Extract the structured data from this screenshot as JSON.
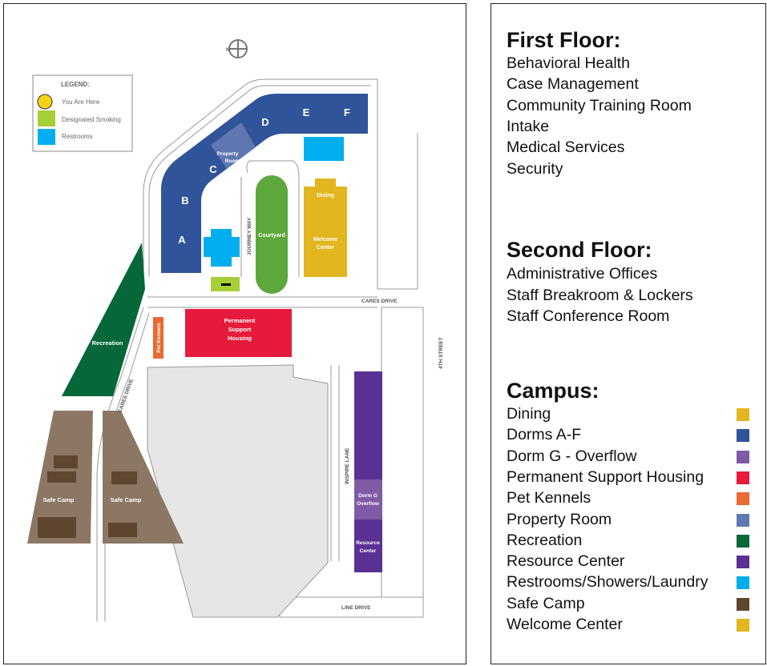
{
  "map": {
    "north_label": "N",
    "legend": {
      "title": "LEGEND:",
      "items": [
        {
          "label": "You Are Here",
          "icon": "you-are-here-icon"
        },
        {
          "label": "Designated Smoking",
          "icon": "smoking-icon"
        },
        {
          "label": "Restrooms",
          "icon": "restroom-icon"
        }
      ]
    },
    "dorm_letters": [
      "A",
      "B",
      "C",
      "D",
      "E",
      "F"
    ],
    "labels": {
      "property_room_1": "Property",
      "property_room_2": "Room",
      "courtyard": "Courtyard",
      "dining": "Dining",
      "welcome_1": "Welcome",
      "welcome_2": "Center",
      "psh_1": "Permanent",
      "psh_2": "Support",
      "psh_3": "Housing",
      "pet_kennels": "Pet Kennels",
      "recreation": "Recreation",
      "safe_camp_1": "Safe Camp",
      "safe_camp_2": "Safe Camp",
      "dorm_g_1": "Dorm G",
      "dorm_g_2": "Overflow",
      "resource_1": "Resource",
      "resource_2": "Center"
    },
    "roads": {
      "journey_way": "JOURNEY WAY",
      "cares_drive_top": "CARES DRIVE",
      "cares_drive_left": "CARES DRIVE",
      "fourth_street": "4TH STREET",
      "inspire_lane": "INSPIRE LANE",
      "line_drive": "LINE DRIVE"
    }
  },
  "directory": {
    "first_floor": {
      "heading": "First Floor:",
      "items": [
        "Behavioral Health",
        "Case Management",
        "Community Training Room",
        "Intake",
        "Medical Services",
        "Security"
      ]
    },
    "second_floor": {
      "heading": "Second Floor:",
      "items": [
        "Administrative Offices",
        "Staff Breakroom & Lockers",
        "Staff Conference Room"
      ]
    },
    "campus": {
      "heading": "Campus:",
      "items": [
        {
          "label": "Dining",
          "color": "#E2B61E"
        },
        {
          "label": "Dorms A-F",
          "color": "#2F5499"
        },
        {
          "label": "Dorm G - Overflow",
          "color": "#7F5BA6"
        },
        {
          "label": "Permanent Support Housing",
          "color": "#E51A3C"
        },
        {
          "label": "Pet Kennels",
          "color": "#E86A34"
        },
        {
          "label": "Property Room",
          "color": "#6077B2"
        },
        {
          "label": "Recreation",
          "color": "#06673A"
        },
        {
          "label": "Resource Center",
          "color": "#5A3192"
        },
        {
          "label": "Restrooms/Showers/Laundry",
          "color": "#00AEEF"
        },
        {
          "label": "Safe Camp",
          "color": "#5F4630"
        },
        {
          "label": "Welcome Center",
          "color": "#E2B61E"
        }
      ]
    }
  }
}
